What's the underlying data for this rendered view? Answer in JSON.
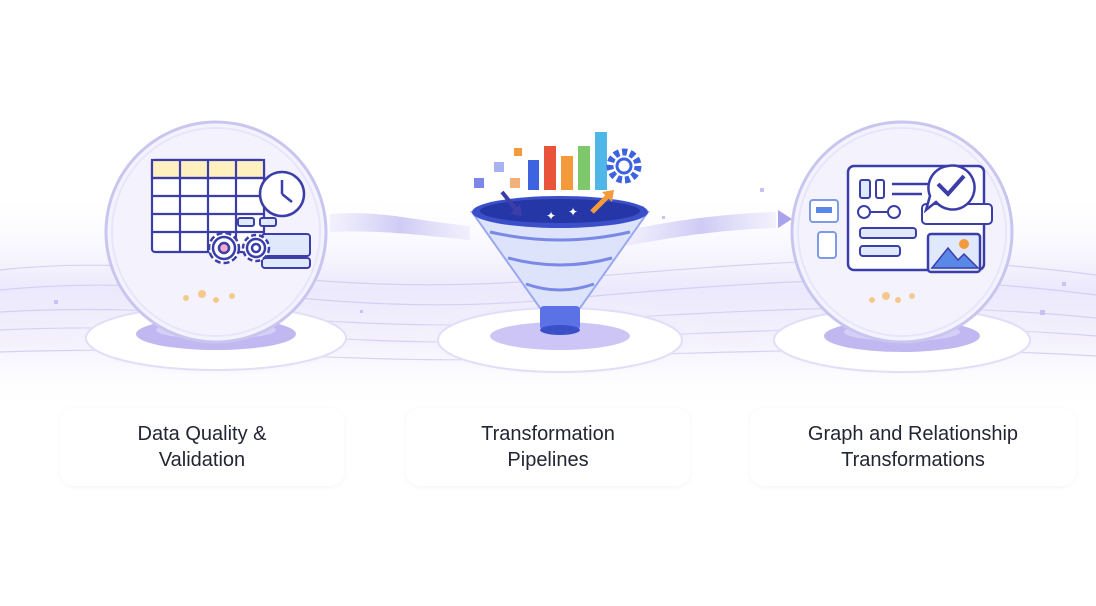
{
  "colors": {
    "accent": "#3b3ea8",
    "glow": "#b9b3f5",
    "bar_blue": "#3d63e0",
    "bar_red": "#e8533a",
    "bar_orange": "#f59a3b",
    "bar_green": "#7cc86a",
    "bar_cyan": "#4fb6e8"
  },
  "steps": [
    {
      "label": "Data Quality &\nValidation",
      "icons": [
        "spreadsheet-grid-icon",
        "clock-icon",
        "gear-icon"
      ]
    },
    {
      "label": "Transformation\nPipelines",
      "icons": [
        "funnel-icon",
        "bar-chart-icon",
        "gear-icon"
      ]
    },
    {
      "label": "Graph and Relationship\nTransformations",
      "icons": [
        "form-card-icon",
        "checkmark-bubble-icon",
        "image-icon"
      ]
    }
  ]
}
